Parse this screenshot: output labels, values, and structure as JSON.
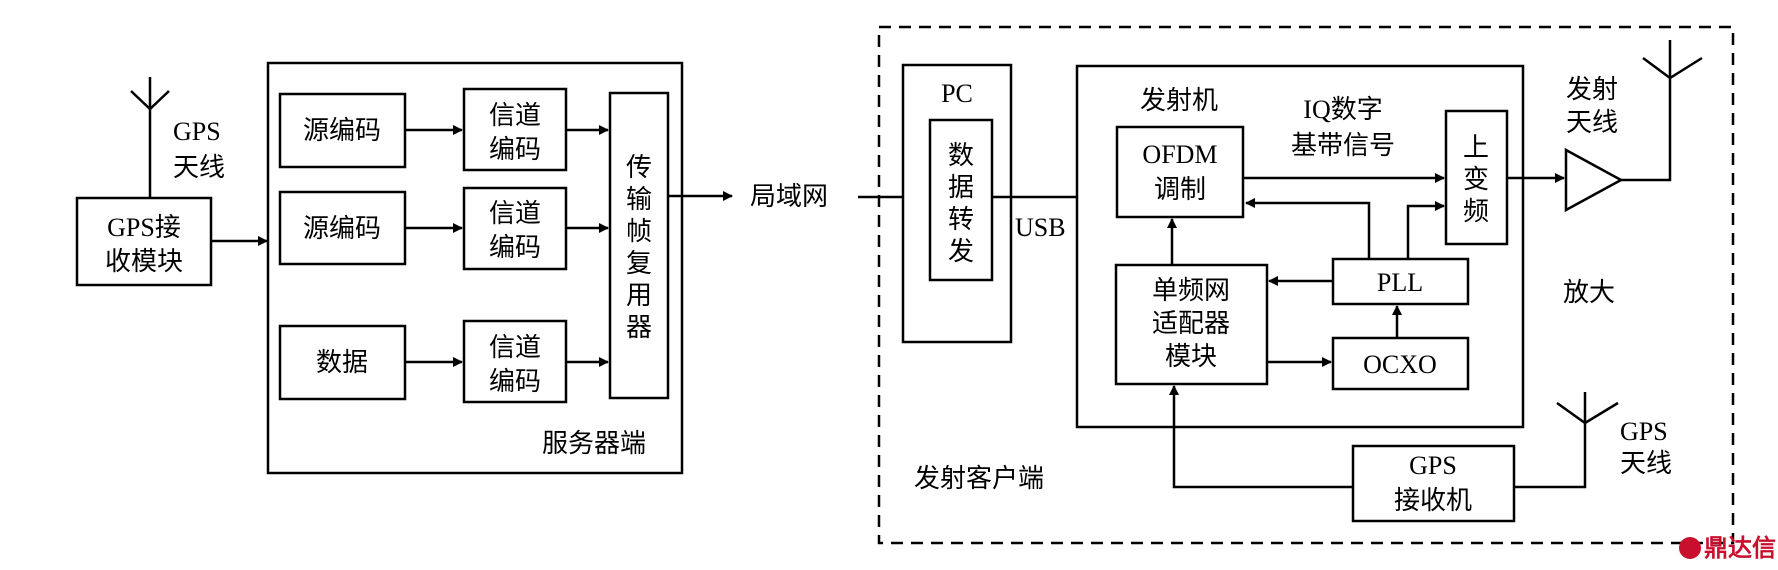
{
  "server": {
    "gps_antenna_label": [
      "GPS",
      "天线"
    ],
    "gps_module": [
      "GPS接",
      "收模块"
    ],
    "source_coding_1": "源编码",
    "source_coding_2": "源编码",
    "data": "数据",
    "channel_coding": [
      "信道",
      "编码"
    ],
    "mux": [
      "传",
      "输",
      "帧",
      "复",
      "用",
      "器"
    ],
    "title": "服务器端"
  },
  "network_label": "局域网",
  "client": {
    "title": "发射客户端",
    "pc": "PC",
    "data_forward": [
      "数",
      "据",
      "转",
      "发"
    ],
    "usb": "USB",
    "transmitter": "发射机",
    "ofdm": [
      "OFDM",
      "调制"
    ],
    "iq_label": [
      "IQ数字",
      "基带信号"
    ],
    "upconverter": [
      "上",
      "变",
      "频"
    ],
    "pll": "PLL",
    "sfn_adapter": [
      "单频网",
      "适配器",
      "模块"
    ],
    "ocxo": "OCXO",
    "amplifier_label": "放大",
    "tx_antenna_label": [
      "发射",
      "天线"
    ],
    "gps_receiver": [
      "GPS",
      "接收机"
    ],
    "gps_antenna_label": [
      "GPS",
      "天线"
    ]
  },
  "watermark": "鼎达信"
}
